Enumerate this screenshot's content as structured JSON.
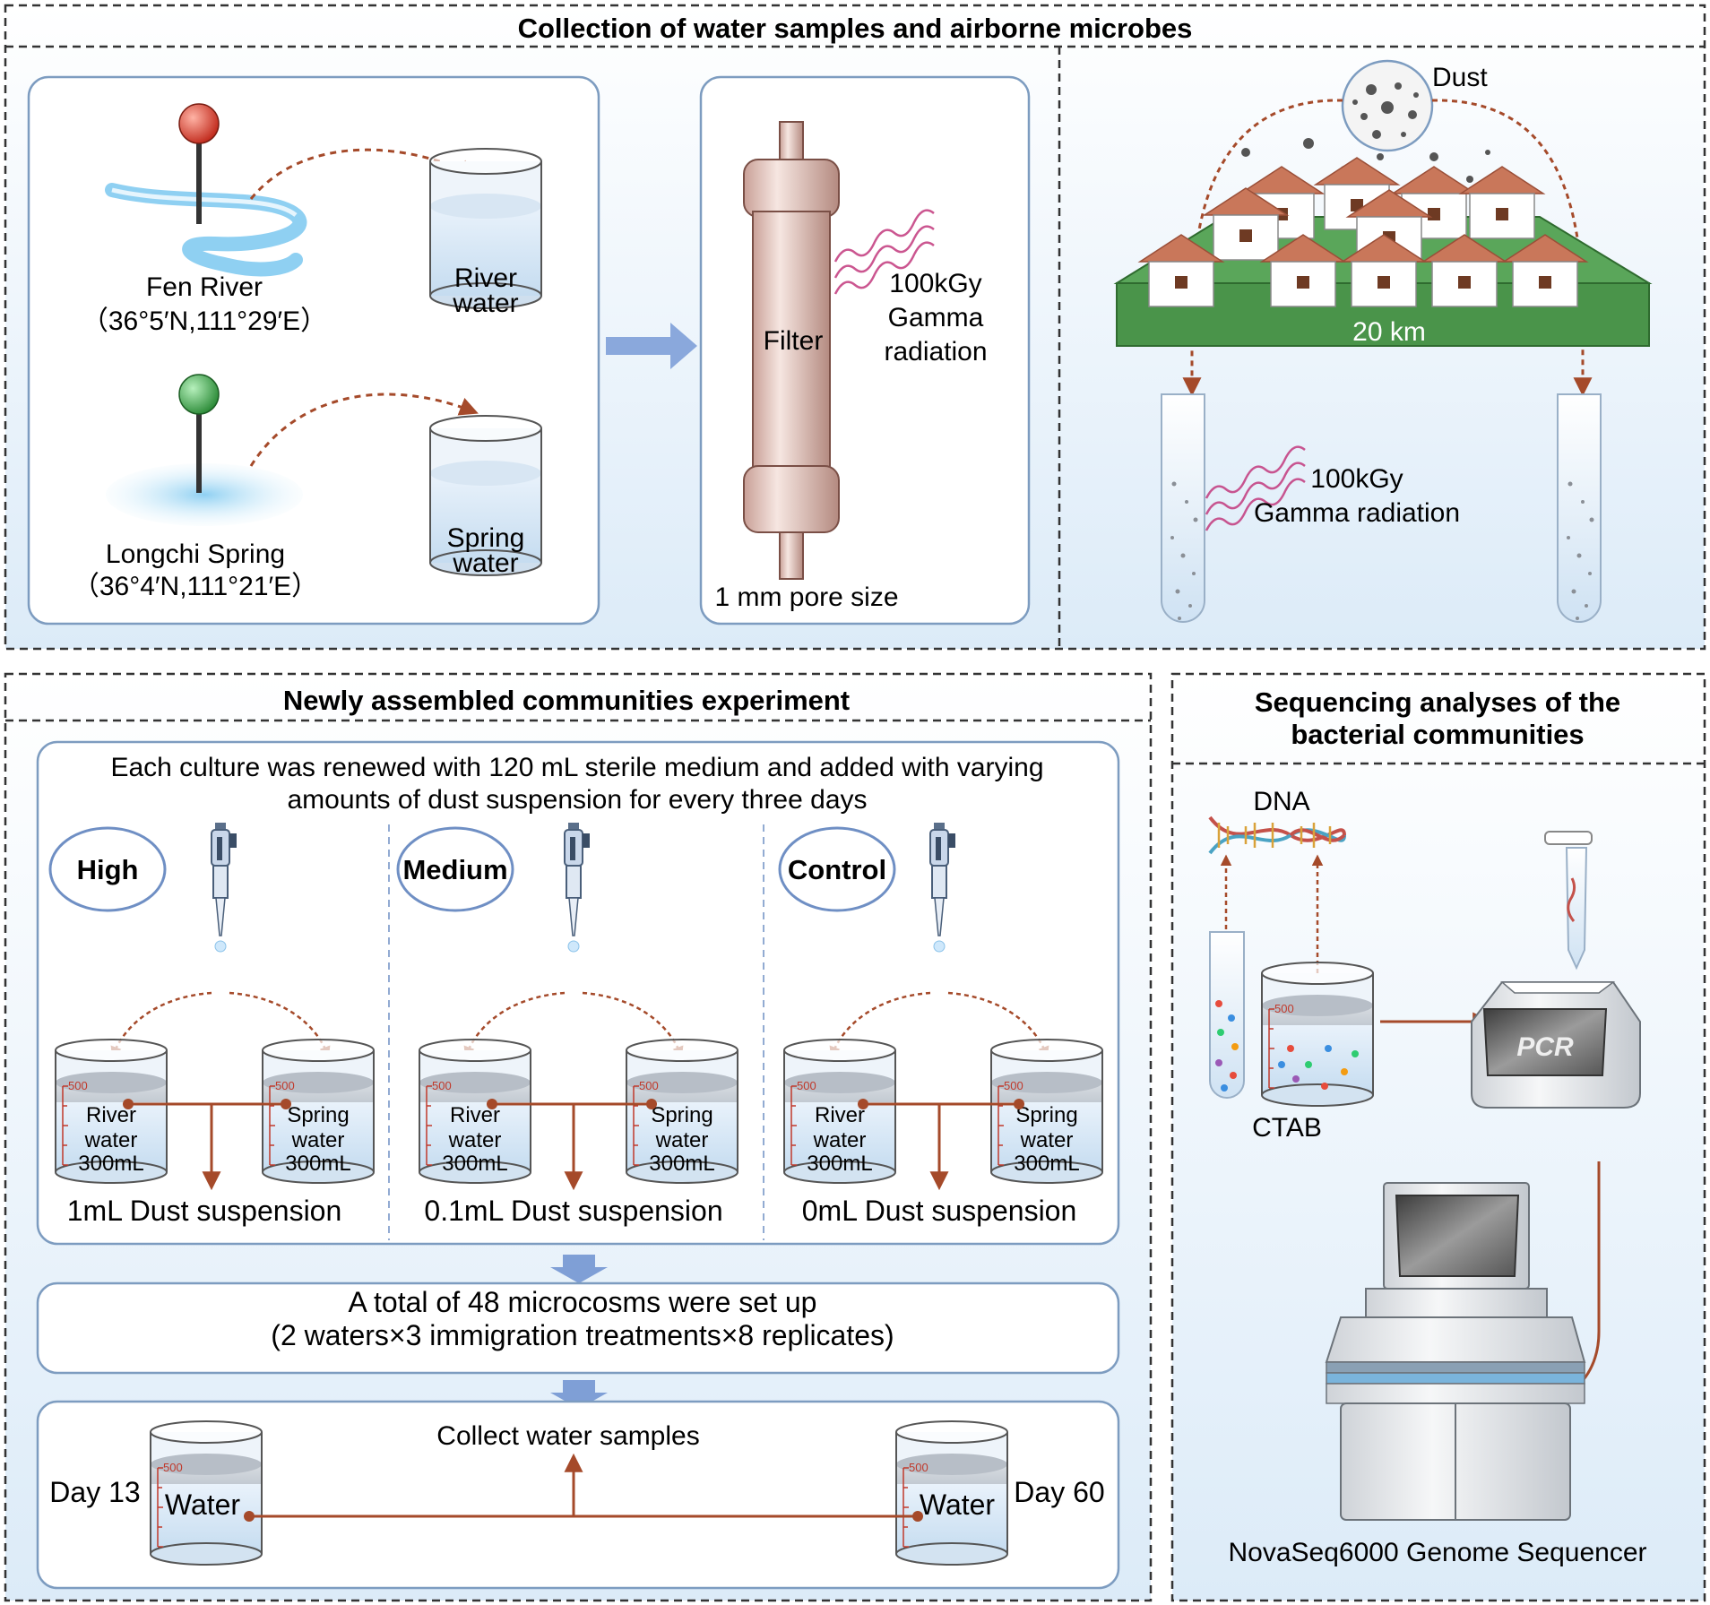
{
  "colors": {
    "arrow": "#a54a2a",
    "panel_border": "#7d9cc0",
    "bg_gradient": "#e3f0fa",
    "field_green": "#4a9a4a",
    "roof": "#c9775a",
    "radiation": "#c2387c",
    "pin_red": "#d63a2a",
    "pin_green": "#3aaa4a",
    "down_arrow": "#7f9fd6"
  },
  "sections": {
    "collection": {
      "title": "Collection of water samples and airborne microbes",
      "fen_river": {
        "name": "Fen River",
        "coords": "（36°5′N,111°29′E）"
      },
      "longchi_spring": {
        "name": "Longchi Spring",
        "coords": "（36°4′N,111°21′E）"
      },
      "river_beaker": {
        "line1": "River",
        "line2": "water"
      },
      "spring_beaker": {
        "line1": "Spring",
        "line2": "water"
      },
      "filter": {
        "label": "Filter",
        "pore": "1 mm pore size",
        "radiation": {
          "line1": "100kGy",
          "line2": "Gamma",
          "line3": "radiation"
        }
      },
      "dust": {
        "label": "Dust",
        "distance": "20 km",
        "radiation": {
          "line1": "100kGy",
          "line2": "Gamma radiation"
        }
      }
    },
    "experiment": {
      "title": "Newly assembled communities experiment",
      "intro": {
        "line1": "Each culture was renewed with 120 mL sterile medium and added with varying",
        "line2": "amounts of dust suspension for every three days"
      },
      "treatments": [
        {
          "name": "High",
          "dust": "1mL Dust suspension"
        },
        {
          "name": "Medium",
          "dust": "0.1mL Dust suspension"
        },
        {
          "name": "Control",
          "dust": "0mL Dust suspension"
        }
      ],
      "beaker_scale": "500",
      "river_label": {
        "line1": "River",
        "line2": "water",
        "line3": "300mL"
      },
      "spring_label": {
        "line1": "Spring",
        "line2": "water",
        "line3": "300mL"
      },
      "total": {
        "line1": "A total of 48 microcosms were set up",
        "line2": "(2 waters×3 immigration treatments×8 replicates)"
      },
      "collect": {
        "label": "Collect water samples",
        "day_start": "Day 13",
        "day_end": "Day 60",
        "water": "Water"
      }
    },
    "sequencing": {
      "title_line1": "Sequencing analyses of the",
      "title_line2": "bacterial communities",
      "dna": "DNA",
      "ctab": "CTAB",
      "pcr": "PCR",
      "beaker_scale": "500",
      "sequencer": "NovaSeq6000 Genome Sequencer"
    }
  }
}
